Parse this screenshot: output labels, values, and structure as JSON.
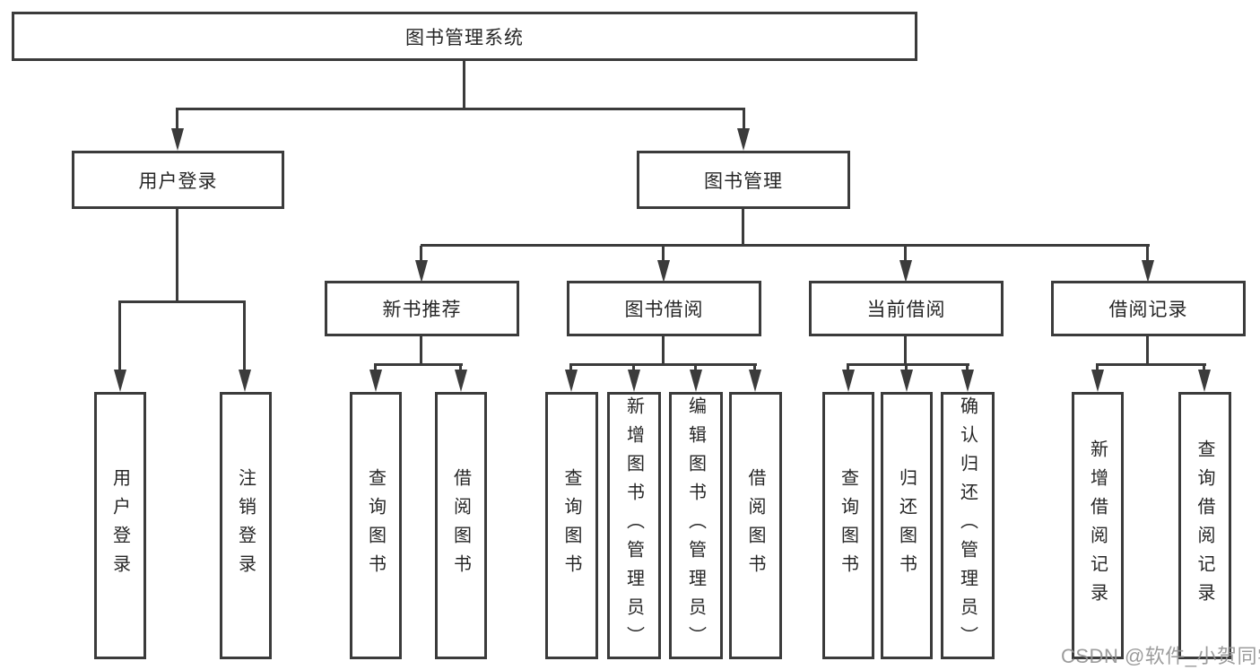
{
  "diagram": {
    "title": "图书管理系统",
    "level2": {
      "user_login": "用户登录",
      "book_mgmt": "图书管理"
    },
    "level3": {
      "new_book_rec": "新书推荐",
      "book_borrow": "图书借阅",
      "current_borrow": "当前借阅",
      "borrow_records": "借阅记录"
    },
    "leaves": {
      "user_login": [
        "用户登录",
        "注销登录"
      ],
      "new_book_rec": [
        "查询图书",
        "借阅图书"
      ],
      "book_borrow": [
        "查询图书",
        "新增图书（管理员）",
        "编辑图书（管理员）",
        "借阅图书"
      ],
      "current_borrow": [
        "查询图书",
        "归还图书",
        "确认归还（管理员）"
      ],
      "borrow_records": [
        "新增借阅记录",
        "查询借阅记录"
      ]
    }
  },
  "watermark": "CSDN @软件_小贺同学",
  "colors": {
    "line": "#3b3b3b",
    "text": "#262626",
    "watermark": "#949494",
    "background": "#ffffff"
  }
}
